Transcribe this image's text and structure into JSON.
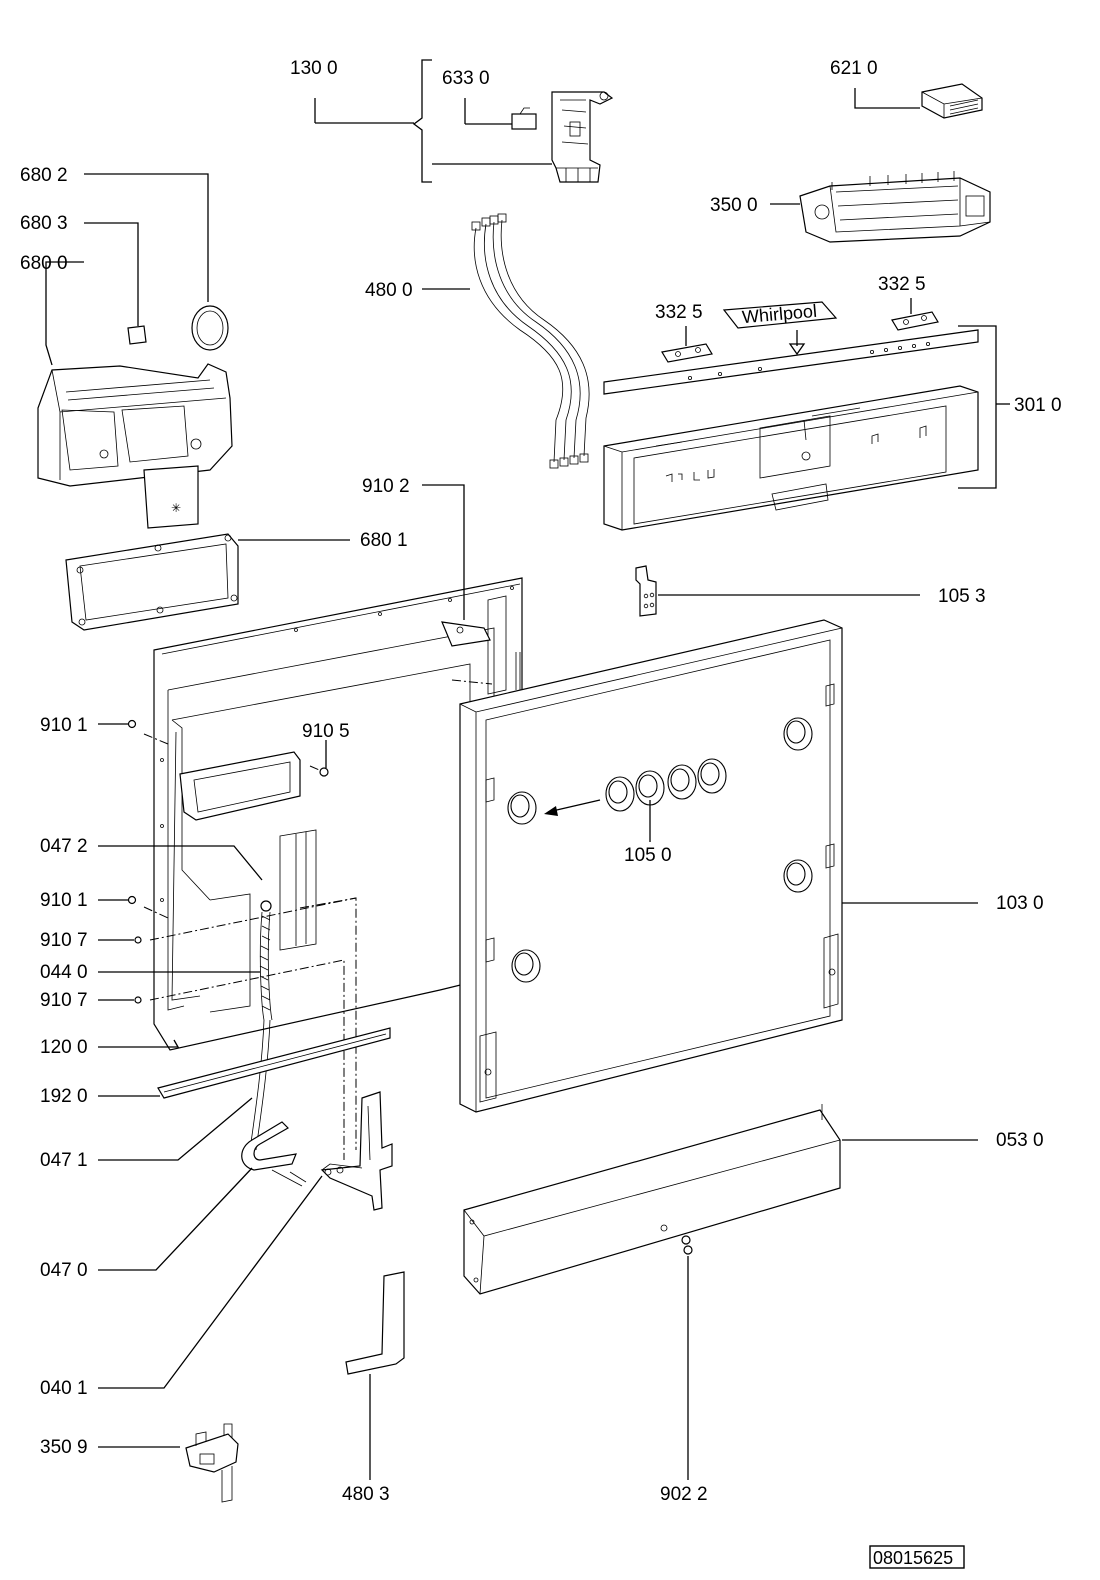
{
  "labels": {
    "l_130_0": "130 0",
    "l_633_0": "633 0",
    "l_621_0": "621 0",
    "l_680_2": "680 2",
    "l_680_3": "680 3",
    "l_680_0": "680 0",
    "l_350_0": "350 0",
    "l_480_0": "480 0",
    "l_332_5_left": "332  5",
    "l_332_5_right": "332  5",
    "l_301_0": "301 0",
    "l_910_2": "910 2",
    "l_680_1": "680 1",
    "l_105_3": "105 3",
    "l_910_1_top": "910 1",
    "l_910_5": "910 5",
    "l_047_2": "047 2",
    "l_105_0": "105 0",
    "l_910_1_mid": "910 1",
    "l_103_0": "103 0",
    "l_910_7_top": "910 7",
    "l_044_0": "044 0",
    "l_910_7_bot": "910 7",
    "l_120_0": "120 0",
    "l_192_0": "192 0",
    "l_053_0": "053 0",
    "l_047_1": "047 1",
    "l_047_0": "047 0",
    "l_040_1": "040 1",
    "l_350_9": "350 9",
    "l_480_3": "480 3",
    "l_902_2": "902 2"
  },
  "logo_text": "Whirlpool",
  "doc_number": "08015625"
}
